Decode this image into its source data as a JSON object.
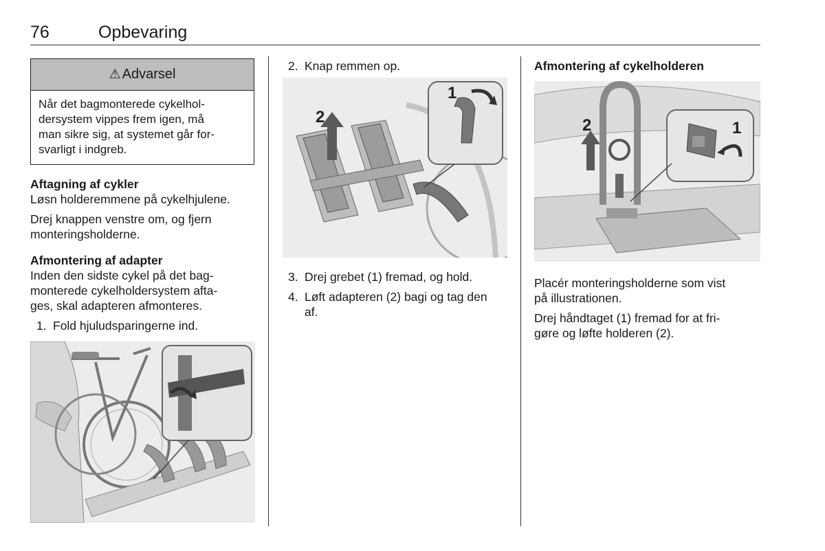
{
  "header": {
    "page_number": "76",
    "title": "Opbevaring"
  },
  "warning": {
    "title": "Advarsel",
    "lines": [
      "Når det bagmonterede cykelhol-",
      "dersystem vippes frem igen, må",
      "man sikre sig, at systemet går for-",
      "svarligt i indgreb."
    ]
  },
  "col1": {
    "heading1": "Aftagning af cykler",
    "p1": "Løsn holderemmene på cykelhjulene.",
    "p2_lines": [
      "Drej knappen venstre om, og fjern",
      "monteringsholderne."
    ],
    "heading2": "Afmontering af adapter",
    "p3_lines": [
      "Inden den sidste cykel på det bag-",
      "monterede cykelholdersystem afta-",
      "ges, skal adapteren afmonteres."
    ],
    "step1": {
      "num": "1.",
      "text": "Fold hjuludsparingerne ind."
    }
  },
  "col2": {
    "step2": {
      "num": "2.",
      "text": "Knap remmen op."
    },
    "fig_labels": {
      "one": "1",
      "two": "2"
    },
    "step3": {
      "num": "3.",
      "text": "Drej grebet (1) fremad, og hold."
    },
    "step4": {
      "num": "4.",
      "lines": [
        "Løft adapteren (2) bagi og tag den",
        "af."
      ]
    }
  },
  "col3": {
    "heading": "Afmontering af cykelholderen",
    "fig_labels": {
      "one": "1",
      "two": "2"
    },
    "p1_lines": [
      "Placér monteringsholderne som vist",
      "på illustrationen."
    ],
    "p2_lines": [
      "Drej håndtaget (1) fremad for at fri-",
      "gøre og løfte holderen (2)."
    ]
  },
  "colors": {
    "rule": "#333333",
    "warning_header": "#bdbdbd",
    "illustration_bg": "#ececec"
  }
}
